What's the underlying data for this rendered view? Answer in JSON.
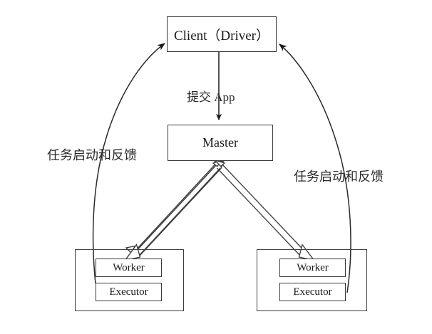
{
  "diagram": {
    "title": "Spark cluster architecture",
    "background_color": "#ffffff",
    "stroke_color": "#3a3a3a",
    "text_color": "#1a1a1a",
    "nodes": {
      "client": {
        "label": "Client（Driver）"
      },
      "master": {
        "label": "Master"
      },
      "worker_left": {
        "label": "Worker"
      },
      "executor_left": {
        "label": "Executor"
      },
      "worker_right": {
        "label": "Worker"
      },
      "executor_right": {
        "label": "Executor"
      }
    },
    "edge_labels": {
      "submit_app": "提交 App",
      "task_feedback_left": "任务启动和反馈",
      "task_feedback_right": "任务启动和反馈"
    }
  }
}
